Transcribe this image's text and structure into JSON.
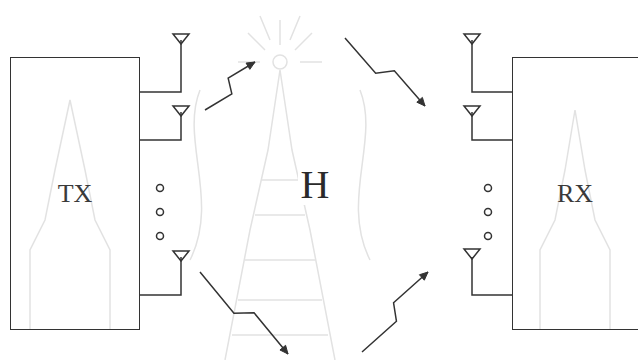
{
  "diagram": {
    "nodes": [
      {
        "text": [
          "TX"
        ]
      },
      {
        "text": [
          "RX"
        ]
      }
    ],
    "edges": [
      {
        "from": 0,
        "to": 1,
        "arrow": "to"
      },
      {
        "from": 0,
        "to": 1,
        "arrow": "to"
      }
    ],
    "labels": [
      "H"
    ]
  }
}
